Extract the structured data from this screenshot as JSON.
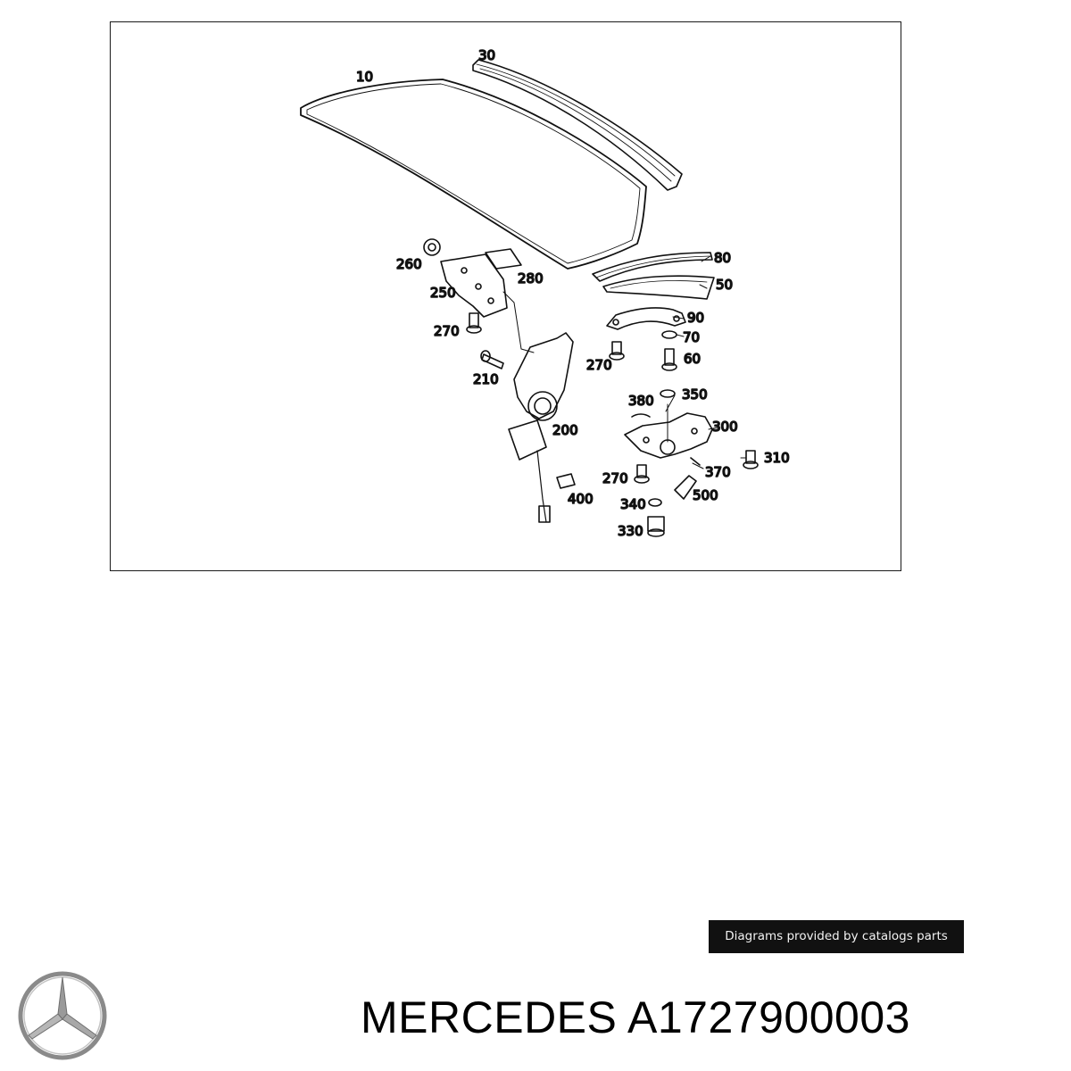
{
  "diagram": {
    "callouts": [
      {
        "id": "10",
        "text": "10"
      },
      {
        "id": "30",
        "text": "30"
      },
      {
        "id": "80",
        "text": "80"
      },
      {
        "id": "50",
        "text": "50"
      },
      {
        "id": "90",
        "text": "90"
      },
      {
        "id": "70",
        "text": "70"
      },
      {
        "id": "60",
        "text": "60"
      },
      {
        "id": "260",
        "text": "260"
      },
      {
        "id": "280",
        "text": "280"
      },
      {
        "id": "250",
        "text": "250"
      },
      {
        "id": "270a",
        "text": "270"
      },
      {
        "id": "270b",
        "text": "270"
      },
      {
        "id": "270c",
        "text": "270"
      },
      {
        "id": "210",
        "text": "210"
      },
      {
        "id": "200",
        "text": "200"
      },
      {
        "id": "380",
        "text": "380"
      },
      {
        "id": "350",
        "text": "350"
      },
      {
        "id": "300",
        "text": "300"
      },
      {
        "id": "310",
        "text": "310"
      },
      {
        "id": "370",
        "text": "370"
      },
      {
        "id": "500",
        "text": "500"
      },
      {
        "id": "340",
        "text": "340"
      },
      {
        "id": "330",
        "text": "330"
      },
      {
        "id": "400",
        "text": "400"
      }
    ]
  },
  "credit": {
    "text": "Diagrams provided by catalogs parts"
  },
  "title": {
    "brand": "MERCEDES",
    "part_number": "A1727900003"
  },
  "logo": {
    "icon": "mercedes-star-icon",
    "color": "#8a8a8a"
  }
}
